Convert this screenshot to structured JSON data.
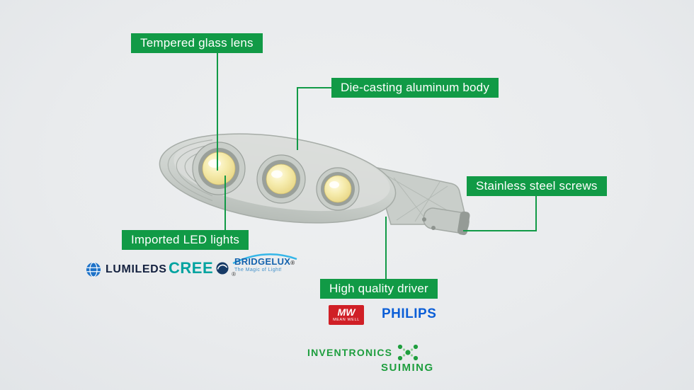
{
  "scene": {
    "description": "LED street light feature diagram",
    "background": "#e9ebed"
  },
  "colors": {
    "callout_green": "#119a46",
    "connector_green": "#119a46",
    "lumileds_navy": "#14213f",
    "lumileds_blue": "#1d72c8",
    "cree_teal": "#00a3a0",
    "cree_navy": "#163a66",
    "bridgelux_blue": "#1563ae",
    "bridgelux_cyan": "#35b6e8",
    "meanwell_red": "#d01f26",
    "philips_blue": "#0b5ed7",
    "inventronics_green": "#1e9e3e",
    "suiming_green": "#1e9e3e"
  },
  "callouts": {
    "tempered_glass": {
      "label": "Tempered glass lens"
    },
    "aluminum_body": {
      "label": "Die-casting aluminum body"
    },
    "screws": {
      "label": "Stainless steel screws"
    },
    "led_lights": {
      "label": "Imported LED lights"
    },
    "driver": {
      "label": "High quality driver"
    }
  },
  "brands": {
    "lumileds": {
      "name": "LUMILEDS"
    },
    "cree": {
      "name": "CREE",
      "reg": "®"
    },
    "bridgelux": {
      "name": "BRIDGELUX",
      "reg": "®",
      "tagline": "The Magic of Light!"
    },
    "meanwell": {
      "abbr": "MW",
      "name": "MEAN WELL"
    },
    "philips": {
      "name": "PHILIPS"
    },
    "inventronics": {
      "name": "INVENTRONICS"
    },
    "suiming": {
      "name": "SUIMING"
    }
  }
}
